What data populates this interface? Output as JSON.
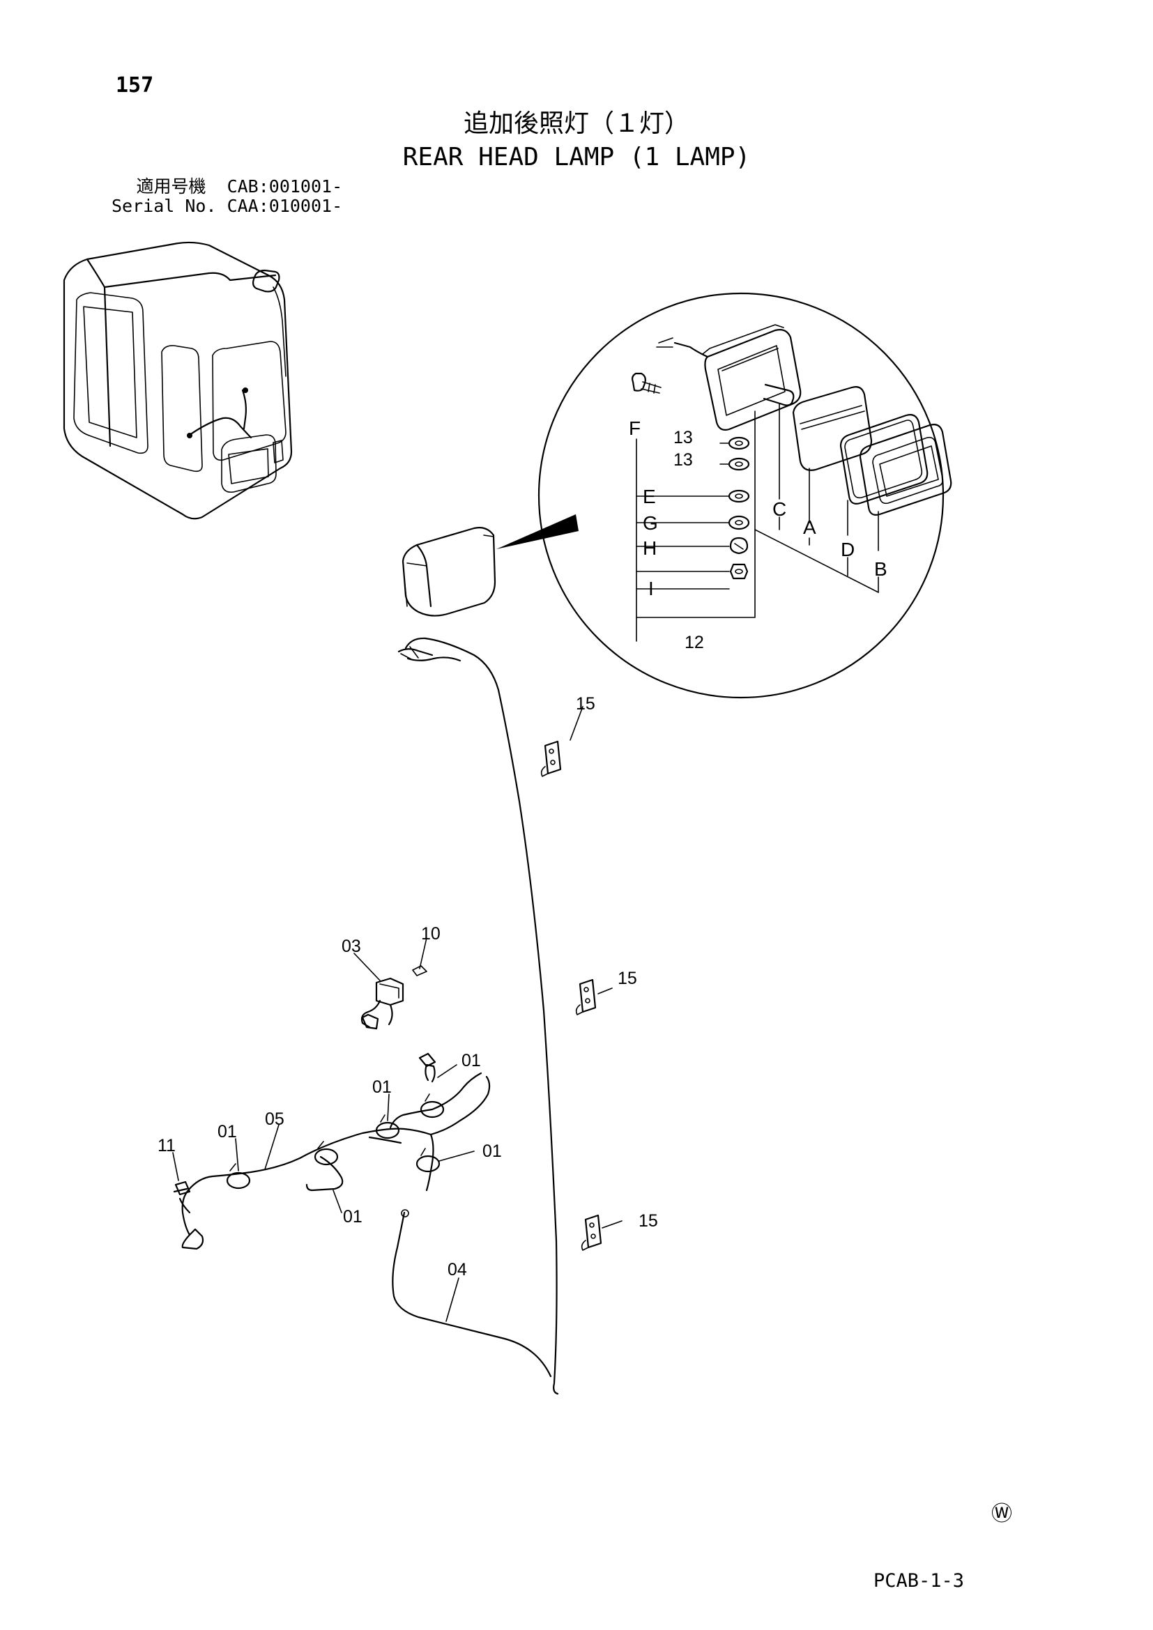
{
  "header": {
    "page_number": "157",
    "title_jp": "追加後照灯（１灯）",
    "title_en": "REAR HEAD LAMP (1 LAMP)",
    "serial_rows": [
      {
        "label": "適用号機",
        "value": "CAB:001001-"
      },
      {
        "label": "Serial No.",
        "value": "CAA:010001-"
      }
    ]
  },
  "callouts": {
    "f": "F",
    "e": "E",
    "g": "G",
    "h": "H",
    "i": "I",
    "c": "C",
    "a": "A",
    "d": "D",
    "b": "B",
    "n13a": "13",
    "n13b": "13",
    "n12": "12",
    "n15a": "15",
    "n15b": "15",
    "n15c": "15",
    "n10": "10",
    "n03": "03",
    "n05": "05",
    "n11": "11",
    "n04": "04",
    "n01a": "01",
    "n01b": "01",
    "n01c": "01",
    "n01d": "01",
    "n01e": "01"
  },
  "footer": {
    "mark": "Ⓦ",
    "page_code": "PCAB-1-3"
  }
}
